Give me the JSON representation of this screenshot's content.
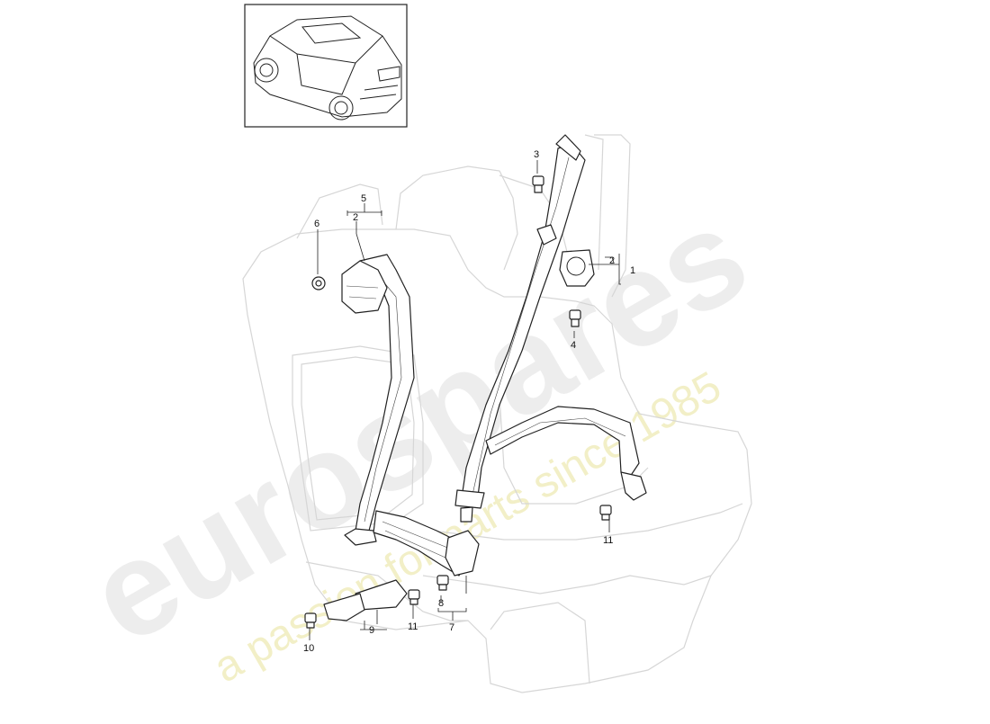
{
  "watermark": {
    "brand": "eurospares",
    "tagline": "a passion for parts since 1985"
  },
  "thumbnail": {
    "icon": "suv-car-icon"
  },
  "callouts": {
    "c1": "1",
    "c2a": "2",
    "c2b": "2",
    "c3": "3",
    "c4": "4",
    "c5": "5",
    "c6": "6",
    "c7": "7",
    "c8": "8",
    "c9": "9",
    "c10": "10",
    "c11a": "11",
    "c11b": "11"
  }
}
